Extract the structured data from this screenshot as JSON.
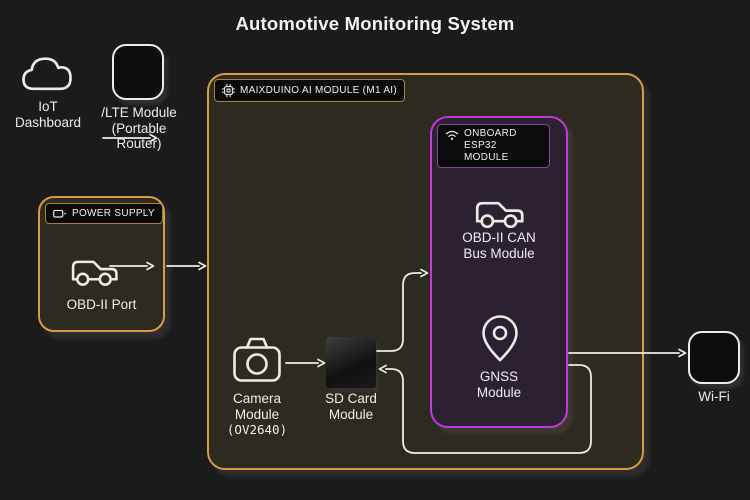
{
  "title": "Automotive Monitoring System",
  "colors": {
    "background": "#1b1b1b",
    "accent_orange": "#d89c42",
    "accent_purple": "#c438df",
    "box_olive_fill": "#2d2a20",
    "box_purple_fill": "#2c2130",
    "label_pill_bg": "#0b0b0b",
    "line_stroke": "#ecebe7"
  },
  "external": {
    "iot_dashboard": {
      "label": "IoT\nDashboard",
      "icon": "cloud-icon"
    },
    "lte_module": {
      "label": "/LTE Module\n(Portable\nRouter)",
      "icon": "router-box-icon"
    },
    "wifi": {
      "label": "Wi-Fi",
      "icon": "wifi-box-icon"
    }
  },
  "power_supply": {
    "pill": "POWER SUPPLY",
    "pill_icon": "power-plug-icon",
    "obd_port": {
      "label": "OBD-II Port",
      "icon": "car-icon"
    }
  },
  "maixduino": {
    "pill": "MAIXDUINO AI MODULE (M1 AI)",
    "pill_icon": "chip-icon",
    "camera": {
      "label": "Camera\nModule",
      "part_number": "(OV2640)",
      "icon": "camera-icon"
    },
    "sd_card": {
      "label": "SD Card\nModule",
      "icon": "sd-card-chip"
    },
    "esp32": {
      "pill": "ONBOARD ESP32\nMODULE",
      "pill_icon": "wifi-icon",
      "obd_can": {
        "label": "OBD-II CAN\nBus Module",
        "icon": "car-icon"
      },
      "gnss": {
        "label": "GNSS\nModule",
        "icon": "map-pin-icon"
      }
    }
  }
}
